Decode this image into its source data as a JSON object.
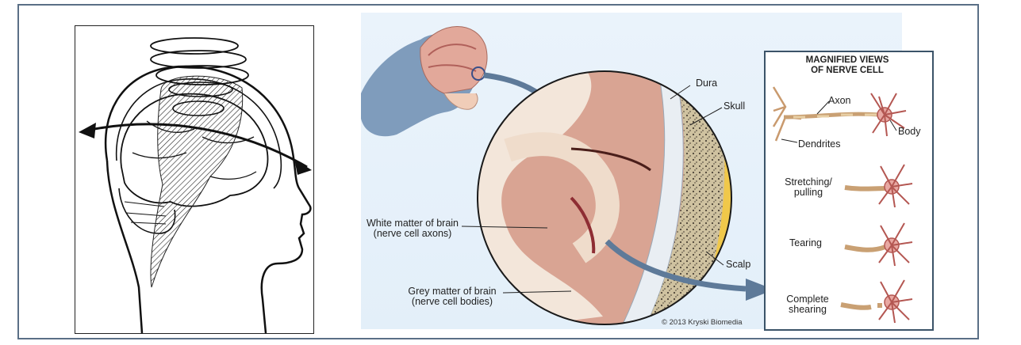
{
  "right_diagram": {
    "labels": {
      "dura": "Dura",
      "skull": "Skull",
      "scalp": "Scalp",
      "white_matter_line1": "White matter of brain",
      "white_matter_line2": "(nerve cell axons)",
      "grey_matter_line1": "Grey matter of brain",
      "grey_matter_line2": "(nerve cell bodies)"
    },
    "copyright": "© 2013 Kryski Biomedia"
  },
  "magnified_views": {
    "title_line1": "MAGNIFIED VIEWS",
    "title_line2": "OF NERVE CELL",
    "axon": "Axon",
    "body": "Body",
    "dendrites": "Dendrites",
    "stretching_line1": "Stretching/",
    "stretching_line2": "pulling",
    "tearing": "Tearing",
    "complete_line1": "Complete",
    "complete_line2": "shearing"
  }
}
